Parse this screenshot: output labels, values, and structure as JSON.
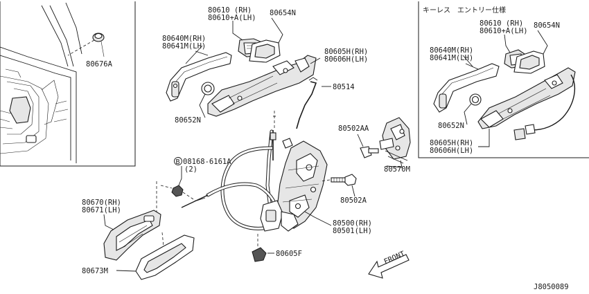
{
  "labels": {
    "p80676a": "80676A",
    "p80610_rh_main": "80610  (RH)",
    "p80610a_lh_main": "80610+A(LH)",
    "p80654n_main": "80654N",
    "p80640m_main": "80640M(RH)",
    "p80641m_main": "80641M(LH)",
    "p80605h_main": "80605H(RH)",
    "p80606h_main": "80606H(LH)",
    "p80652n_main": "80652N",
    "p80514": "80514",
    "p80502aa": "80502AA",
    "p80570m": "80570M",
    "p80502a": "80502A",
    "bolt_symbol": "B",
    "bolt_code": "08168-6161A",
    "bolt_qty": "(2)",
    "p80670": "80670(RH)",
    "p80671": "80671(LH)",
    "p80673m": "80673M",
    "p80500": "80500(RH)",
    "p80501": "80501(LH)",
    "p80605f": "80605F",
    "front": "FRONT",
    "inset_title": "キーレス　エントリー仕様",
    "p80610_rh_inset": "80610  (RH)",
    "p80610a_lh_inset": "80610+A(LH)",
    "p80654n_inset": "80654N",
    "p80640m_inset": "80640M(RH)",
    "p80641m_inset": "80641M(LH)",
    "p80652n_inset": "80652N",
    "p80605h_inset": "80605H(RH)",
    "p80606h_inset": "80606H(LH)",
    "diagram_code": "J8050089"
  }
}
